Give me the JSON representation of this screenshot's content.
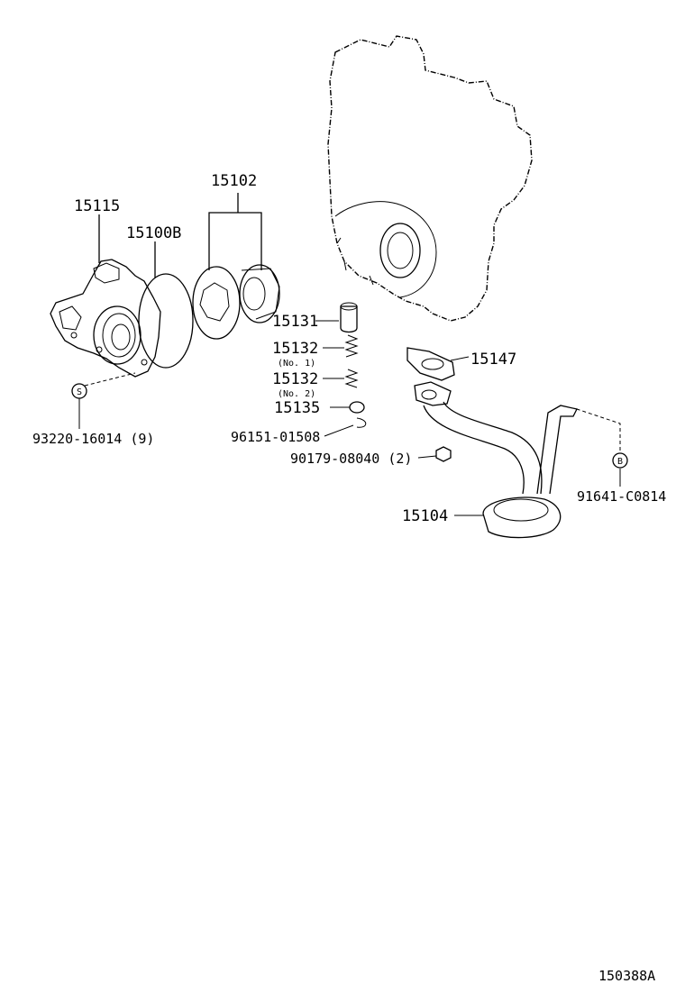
{
  "labels": {
    "p15102": "15102",
    "p15115": "15115",
    "p15100b": "15100B",
    "p15131": "15131",
    "p15132a": "15132",
    "no1": "(No. 1)",
    "p15132b": "15132",
    "no2": "(No. 2)",
    "p15135": "15135",
    "p15147": "15147",
    "p93220": "93220-16014 (9)",
    "p96151": "96151-01508",
    "p90179": "90179-08040 (2)",
    "p91641": "91641-C0814",
    "p15104": "15104",
    "markerS": "S",
    "markerB": "B",
    "diagramId": "150388A"
  },
  "icons": {
    "engineBlock": "engine-block-icon",
    "pumpBody": "oil-pump-body-icon",
    "rotorSet": "oil-pump-rotor-set-icon",
    "strainer": "oil-strainer-icon"
  }
}
